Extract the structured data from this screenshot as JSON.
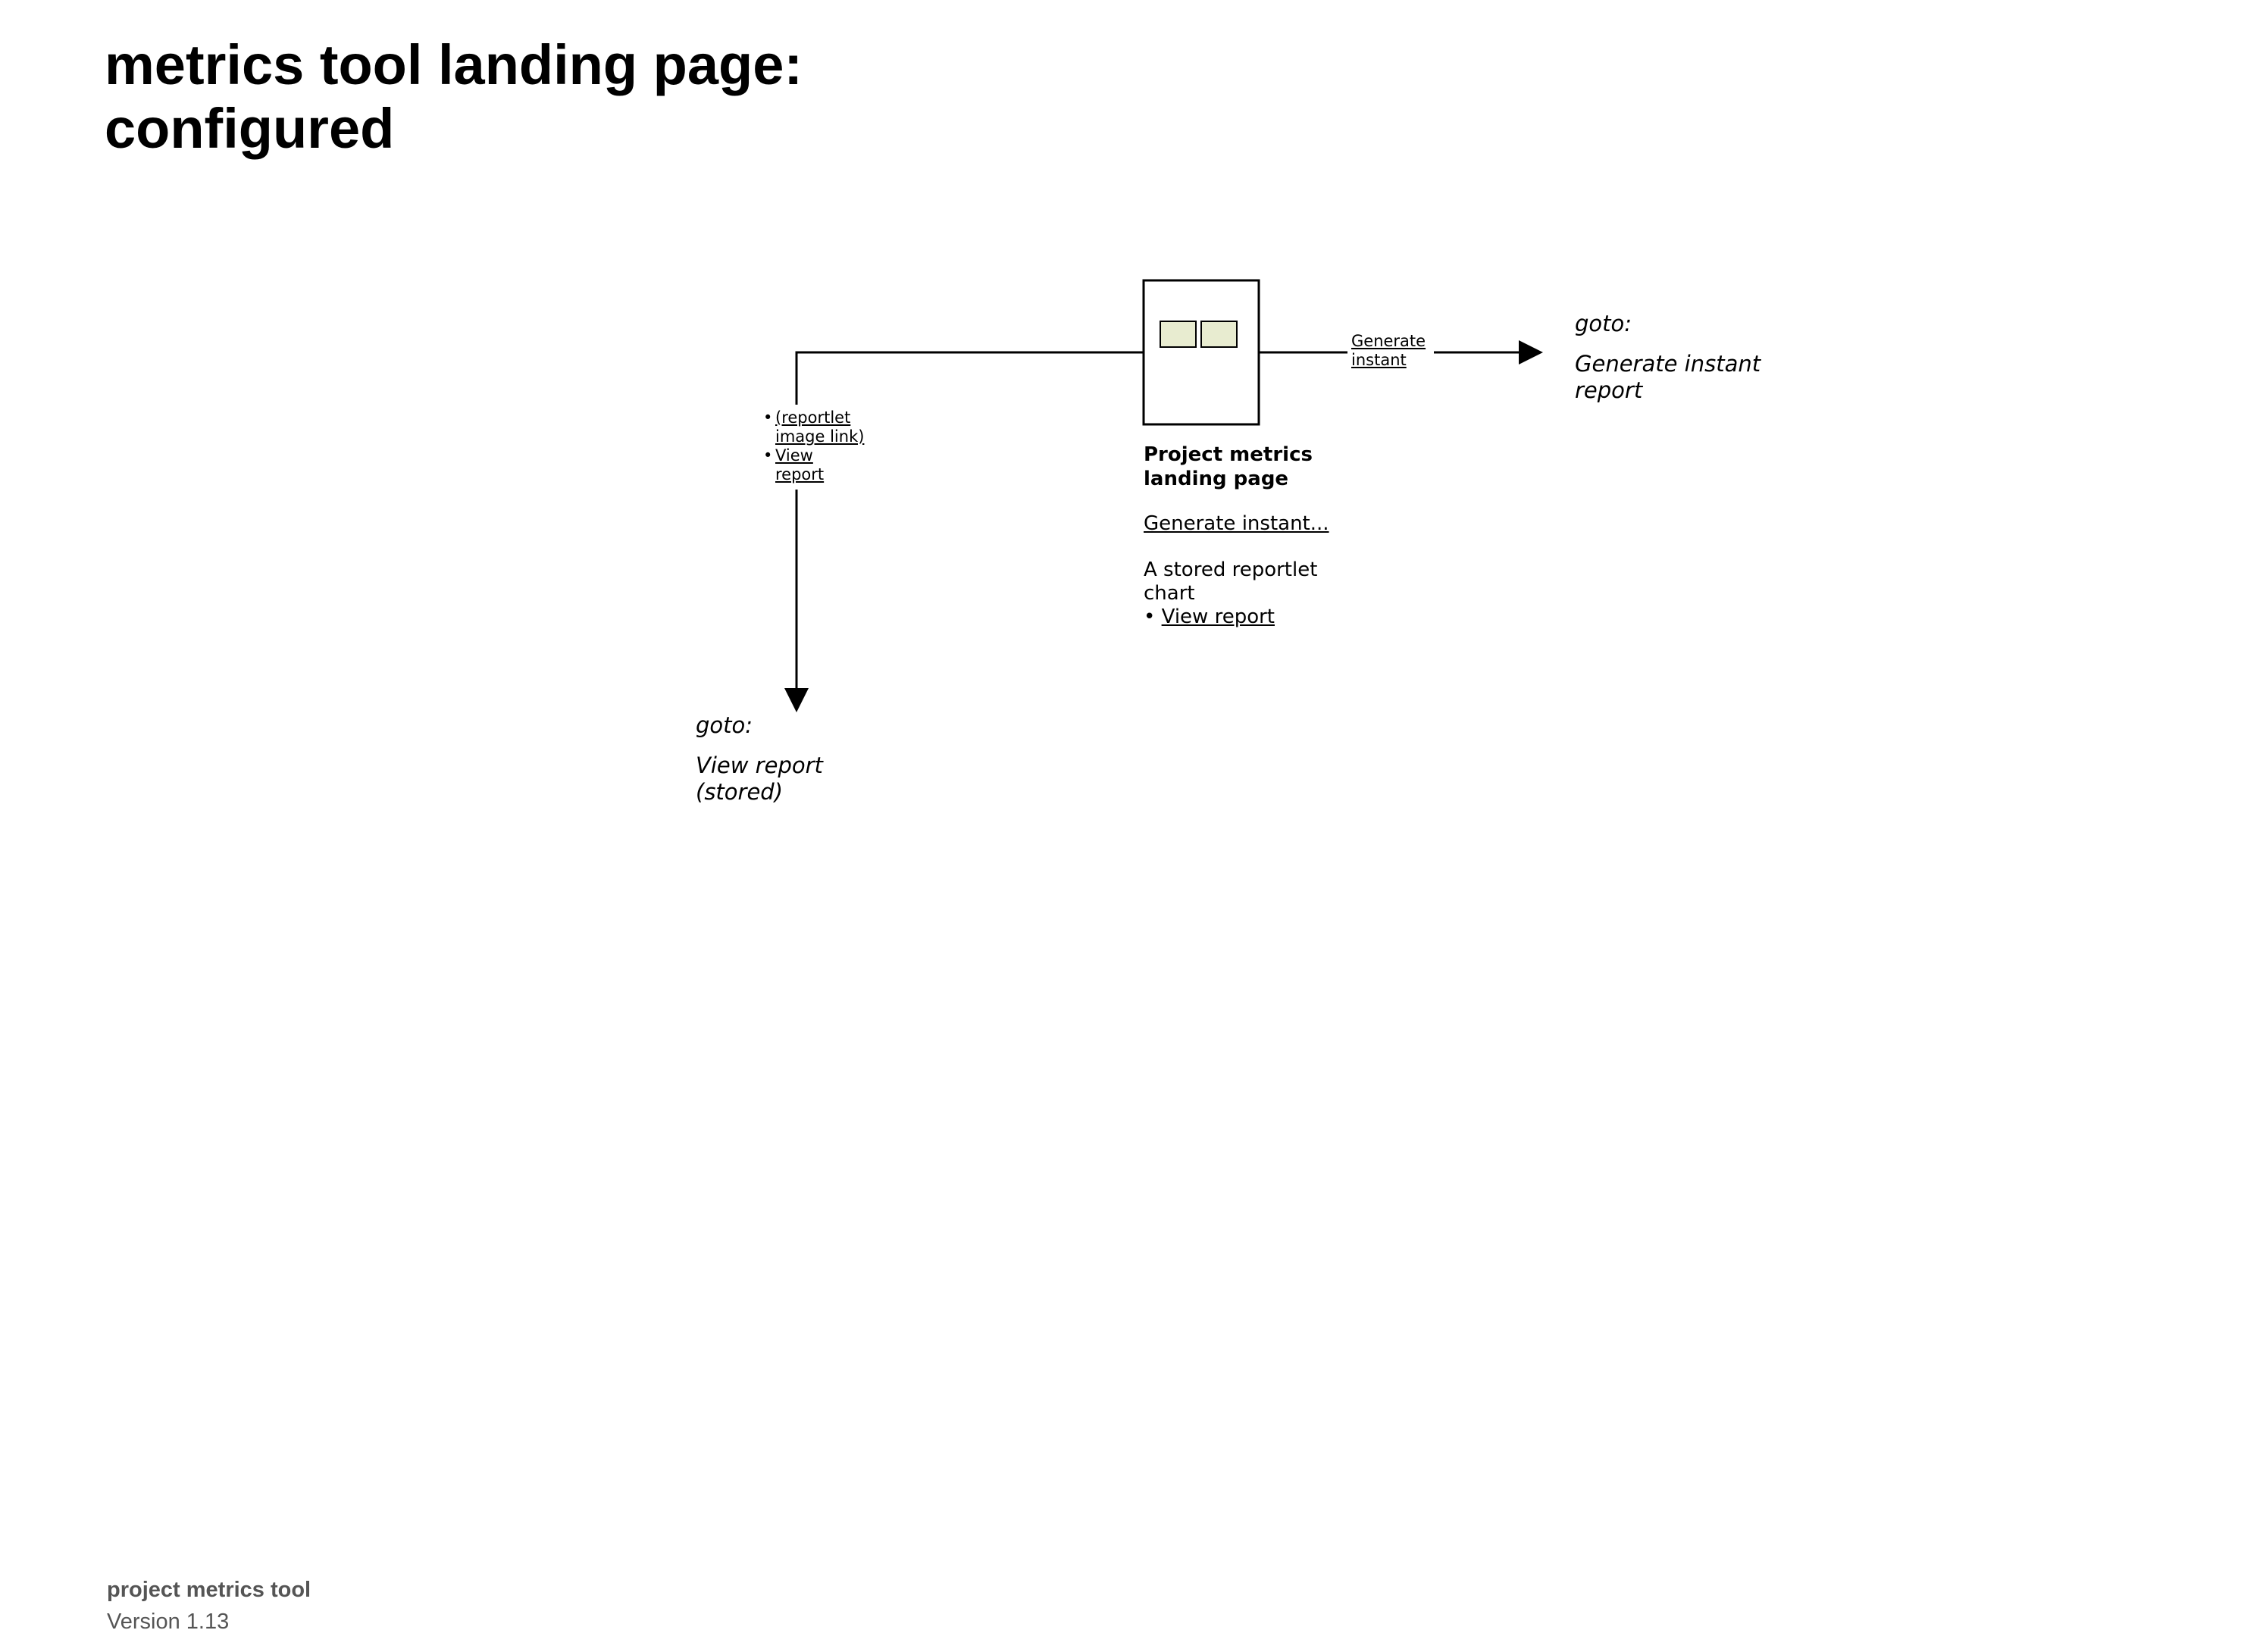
{
  "page": {
    "title_line1": "metrics tool landing page:",
    "title_line2": "configured"
  },
  "screen": {
    "title_line1": "Project metrics",
    "title_line2": "landing page",
    "generate_link": "Generate instant...",
    "stored_text_line1": "A stored reportlet",
    "stored_text_line2": "chart",
    "bullet": "•",
    "view_report_link": "View report",
    "thumbnail_fill": "#e8ecd0"
  },
  "edge_right": {
    "label_line1": "Generate",
    "label_line2": "instant"
  },
  "edge_down": {
    "items": [
      {
        "line1": "(reportlet",
        "line2": "image link)"
      },
      {
        "line1": "View",
        "line2": "report"
      }
    ]
  },
  "goto_right": {
    "prefix": "goto:",
    "dest_line1": "Generate instant",
    "dest_line2": "report"
  },
  "goto_down": {
    "prefix": "goto:",
    "dest_line1": "View report",
    "dest_line2": "(stored)"
  },
  "footer": {
    "product": "project metrics tool",
    "version": "Version 1.13"
  }
}
